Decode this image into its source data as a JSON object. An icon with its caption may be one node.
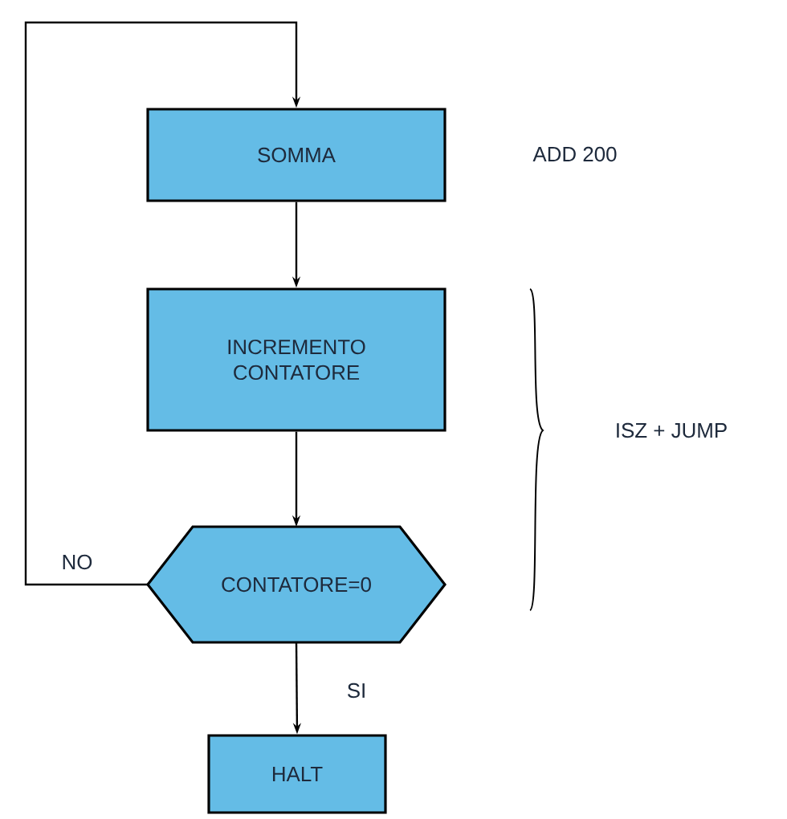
{
  "diagram": {
    "nodes": [
      {
        "text": [
          "SOMMA"
        ]
      },
      {
        "text": [
          "INCREMENTO CONTATORE"
        ]
      },
      {
        "text": [
          "CONTATORE=0"
        ]
      },
      {
        "text": [
          "HALT"
        ]
      }
    ],
    "edges": [
      {
        "from": 0,
        "to": 1,
        "arrow": "to"
      },
      {
        "from": 1,
        "to": 2,
        "arrow": "to"
      },
      {
        "from": 2,
        "to": 3,
        "arrow": "to",
        "label": "SI"
      },
      {
        "from": 2,
        "to": 0,
        "arrow": "to",
        "label": "NO"
      }
    ],
    "labels": [
      "ADD 200",
      "ISZ + JUMP"
    ]
  }
}
